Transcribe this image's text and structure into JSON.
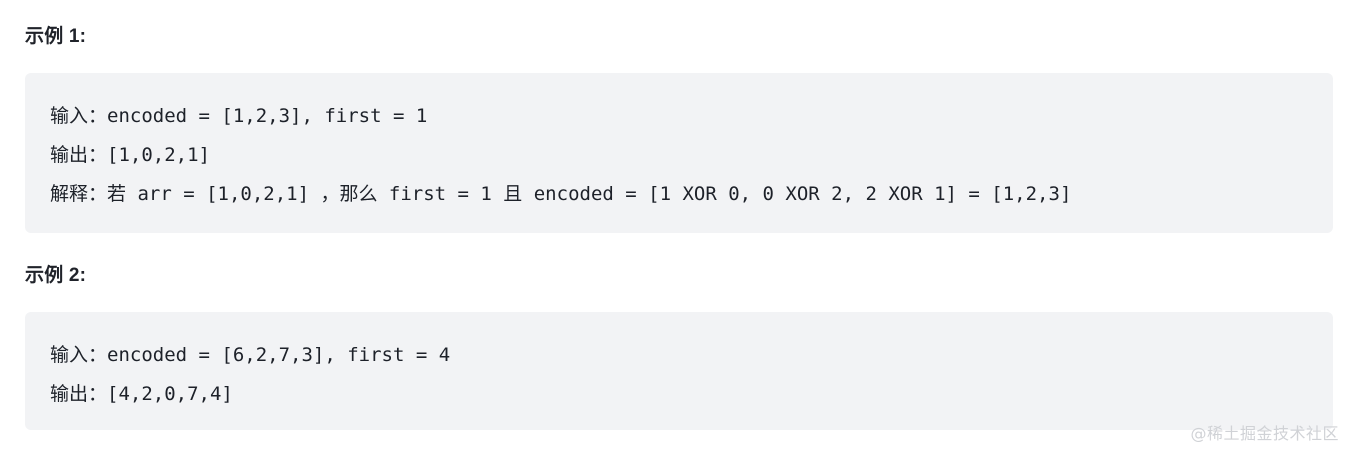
{
  "page": {
    "background_color": "#ffffff",
    "code_block_color": "#f2f3f5",
    "text_color": "#1d2129",
    "heading_color": "#20232a",
    "watermark_color": "#d0d2d6"
  },
  "examples": [
    {
      "heading": "示例 1:",
      "lines": [
        {
          "label": "输入：",
          "code": "encoded = [1,2,3], first = 1"
        },
        {
          "label": "输出：",
          "code": "[1,0,2,1]"
        },
        {
          "label": "解释：",
          "code": "若 arr = [1,0,2,1] ，那么 first = 1 且 encoded = [1 XOR 0, 0 XOR 2, 2 XOR 1] = [1,2,3]"
        }
      ]
    },
    {
      "heading": "示例 2:",
      "lines": [
        {
          "label": "输入：",
          "code": "encoded = [6,2,7,3], first = 4"
        },
        {
          "label": "输出：",
          "code": "[4,2,0,7,4]"
        }
      ]
    }
  ],
  "watermark": {
    "text": "@稀土掘金技术社区"
  }
}
